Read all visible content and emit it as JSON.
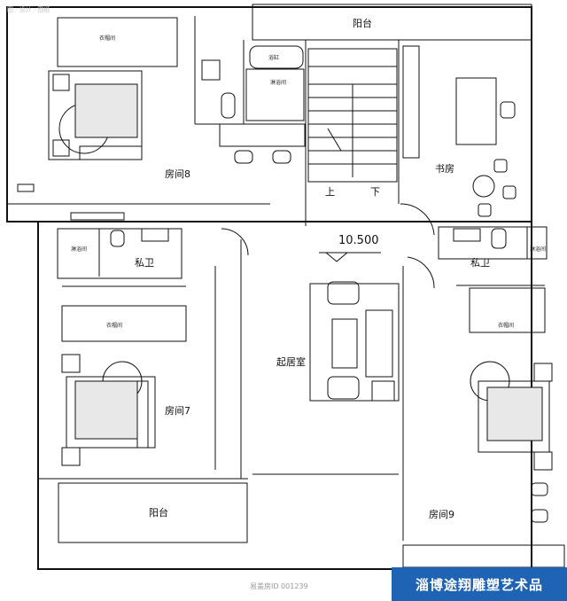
{
  "rooms": {
    "balcony_top": "阳台",
    "bedroom8": "房间8",
    "study": "书房",
    "private_bath_left": "私卫",
    "private_bath_right": "私卫",
    "living_room": "起居室",
    "bedroom7": "房间7",
    "bedroom9": "房间9",
    "balcony_bottom": "阳台"
  },
  "small_labels": {
    "closet_top": "衣帽间",
    "closet_left": "衣帽间",
    "closet_right": "衣帽间",
    "bathtub": "浴缸",
    "shower_top": "淋浴间",
    "shower_left": "淋浴间",
    "shower_right": "淋浴间"
  },
  "stairs": {
    "up": "上",
    "down": "下"
  },
  "elevation": "10.500",
  "watermark_top": "图 · 设计 · 图纸",
  "watermark_bottom": "易盖房ID 001239",
  "brand_banner": "淄博途翔雕塑艺术品"
}
